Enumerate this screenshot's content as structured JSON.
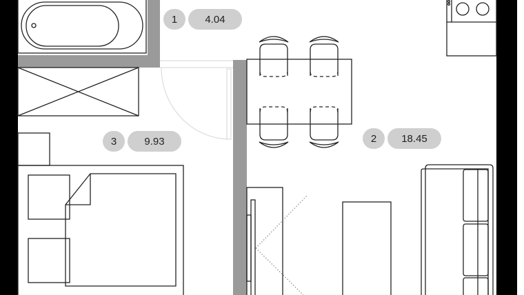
{
  "plan": {
    "colors": {
      "outer_wall": "#000000",
      "inner_wall": "#9a9a9a",
      "label_bg": "#cfcfcf",
      "line": "#222222",
      "background": "#ffffff"
    },
    "rooms": [
      {
        "number": "1",
        "area": "4.04",
        "name": "bathroom"
      },
      {
        "number": "2",
        "area": "18.45",
        "name": "kitchen-living"
      },
      {
        "number": "3",
        "area": "9.93",
        "name": "bedroom"
      }
    ],
    "furniture": [
      "bathtub",
      "washer-box",
      "bed",
      "nightstands",
      "wardrobe",
      "dining-table",
      "chairs",
      "cooktop",
      "sofa",
      "coffee-table",
      "closet"
    ]
  }
}
